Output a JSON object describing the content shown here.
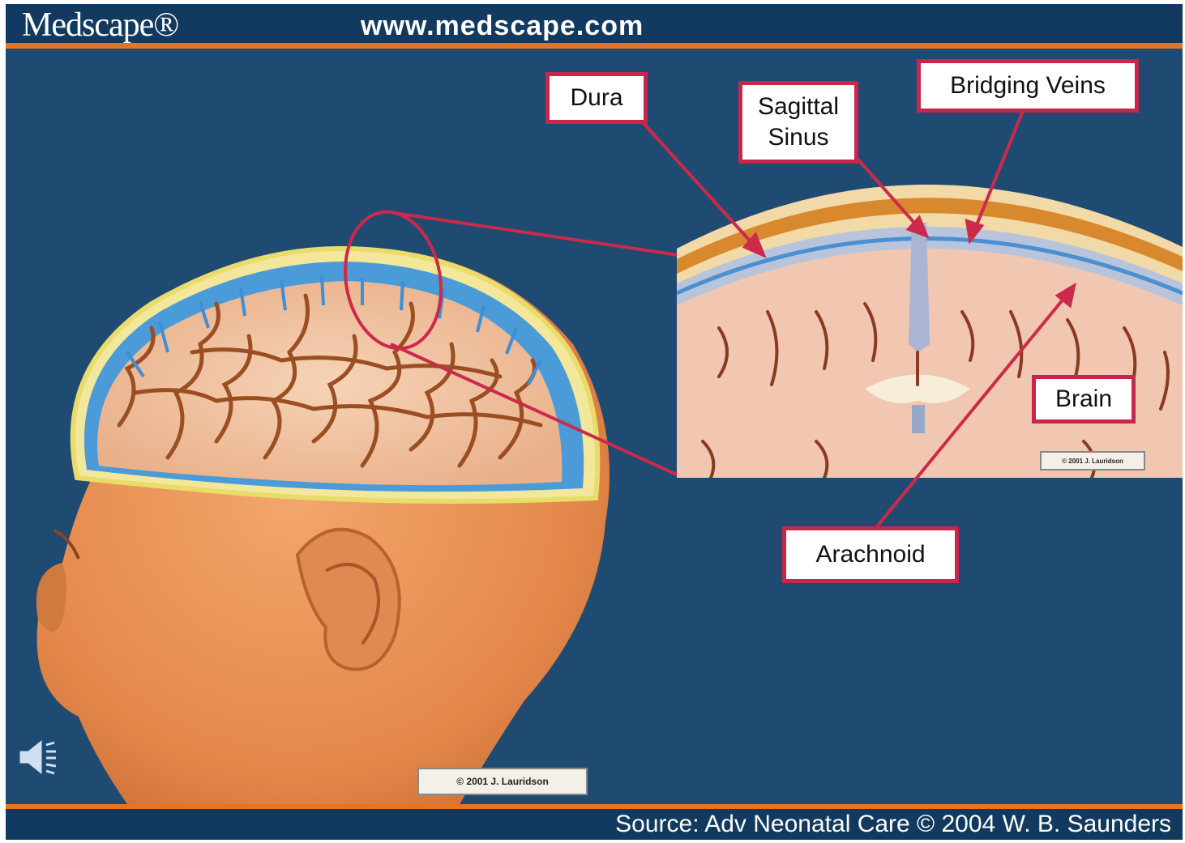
{
  "header": {
    "logo": "Medscape®",
    "url": "www.medscape.com"
  },
  "labels": {
    "dura": "Dura",
    "sagittal_sinus": "Sagittal Sinus",
    "bridging_veins": "Bridging Veins",
    "brain": "Brain",
    "arachnoid": "Arachnoid"
  },
  "credits": {
    "main": "© 2001 J. Lauridson",
    "inset": "© 2001 J. Lauridson"
  },
  "footer": {
    "source": "Source: Adv Neonatal Care © 2004 W. B. Saunders"
  },
  "icons": {
    "speaker": "speaker-icon"
  },
  "colors": {
    "background": "#1f4b73",
    "header": "#123a60",
    "accent_orange": "#e8741f",
    "label_border": "#c8264a",
    "skin": "#e8955a",
    "brain": "#f2c4a0",
    "vein_blue": "#4a9bd8"
  }
}
